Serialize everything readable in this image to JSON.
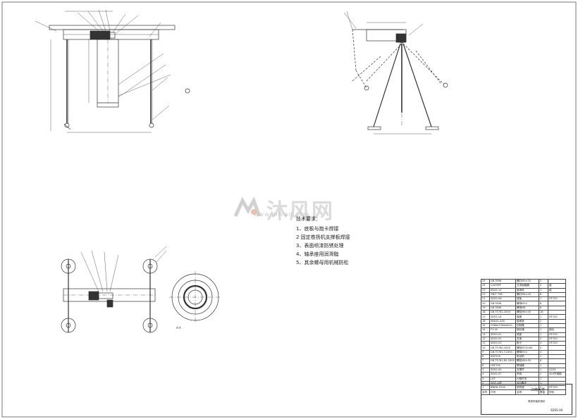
{
  "watermark": {
    "text": "沐风网",
    "url": "www.mfcad.com"
  },
  "notes": {
    "title": "技术要求：",
    "items": [
      "1、底板与抱卡焊接",
      "2 固定卷扬机支撑板焊接",
      "3、表面喷漆防锈处理",
      "4、轴承座用润滑脂",
      "5、其余螺母用机械防松"
    ]
  },
  "section_label": "A-A",
  "bom": [
    [
      "25",
      "GB-T896",
      "螺钉M5×25",
      "2",
      ""
    ],
    [
      "24",
      "CJX2BPF",
      "交流接触器",
      "2",
      "组"
    ],
    [
      "23",
      "SDSS-14",
      "卷扬机",
      "1",
      "组"
    ],
    [
      "22",
      "GB/T 798",
      "螺钉M4×20",
      "8",
      ""
    ],
    [
      "21",
      "SDSS-06",
      "底板",
      "1",
      "HT150"
    ],
    [
      "20",
      "GB-T896",
      "螺母M10",
      "8",
      ""
    ],
    [
      "19",
      "GB-T896",
      "螺母M8",
      "8",
      ""
    ],
    [
      "18",
      "GB-T5781-2000",
      "螺栓M8×45",
      "16",
      ""
    ],
    [
      "17",
      "SDSS-16",
      "卷筒",
      "1",
      "HT150"
    ],
    [
      "16",
      "SBDZL-A50",
      "轴承座",
      "2",
      ""
    ],
    [
      "15",
      "Gillbert Research",
      "控制器",
      "1",
      ""
    ],
    [
      "14",
      "FY-16",
      "钢丝绳",
      "1",
      "钢丝"
    ],
    [
      "13",
      "SDSS-01",
      "底座",
      "1",
      "HT150"
    ],
    [
      "12",
      "SDSS-02",
      "支架",
      "2",
      "HT150"
    ],
    [
      "11",
      "SDSS-03",
      "抱卡",
      "4",
      "HT150"
    ],
    [
      "10",
      "GB-T5780-2000",
      "螺栓M10×60",
      "4",
      ""
    ],
    [
      "9",
      "GB-T5781-T-2000",
      "螺母M10",
      "4",
      ""
    ],
    [
      "8",
      "SDF250",
      "电动机",
      "1",
      ""
    ],
    [
      "7",
      "GB-T5781-85-2000",
      "螺栓M6×50",
      "6",
      ""
    ],
    [
      "6",
      "HZF25h",
      "联轴器",
      "1",
      ""
    ],
    [
      "5",
      "SDSS-05",
      "支撑杆",
      "1",
      "Q235"
    ],
    [
      "4",
      "SDSS-07",
      "吊钩",
      "1",
      "304不锈钢"
    ],
    [
      "3",
      "LXT",
      "行程开关",
      "1",
      ""
    ],
    [
      "2",
      "WSF-08P",
      "Wifi模块",
      "1",
      ""
    ],
    [
      "1",
      "BNHA-312A",
      "电机座",
      "2",
      "HT150"
    ]
  ],
  "bom_header": [
    "序号",
    "代号",
    "名称",
    "数量",
    "材料"
  ],
  "titleblock": {
    "school": "江南大学",
    "drawing_name": "简易吊装机械手",
    "drawing_no": "SDSS-00"
  },
  "colors": {
    "line": "#333333",
    "center": "#555555",
    "watermark": "#c0c0c0"
  }
}
